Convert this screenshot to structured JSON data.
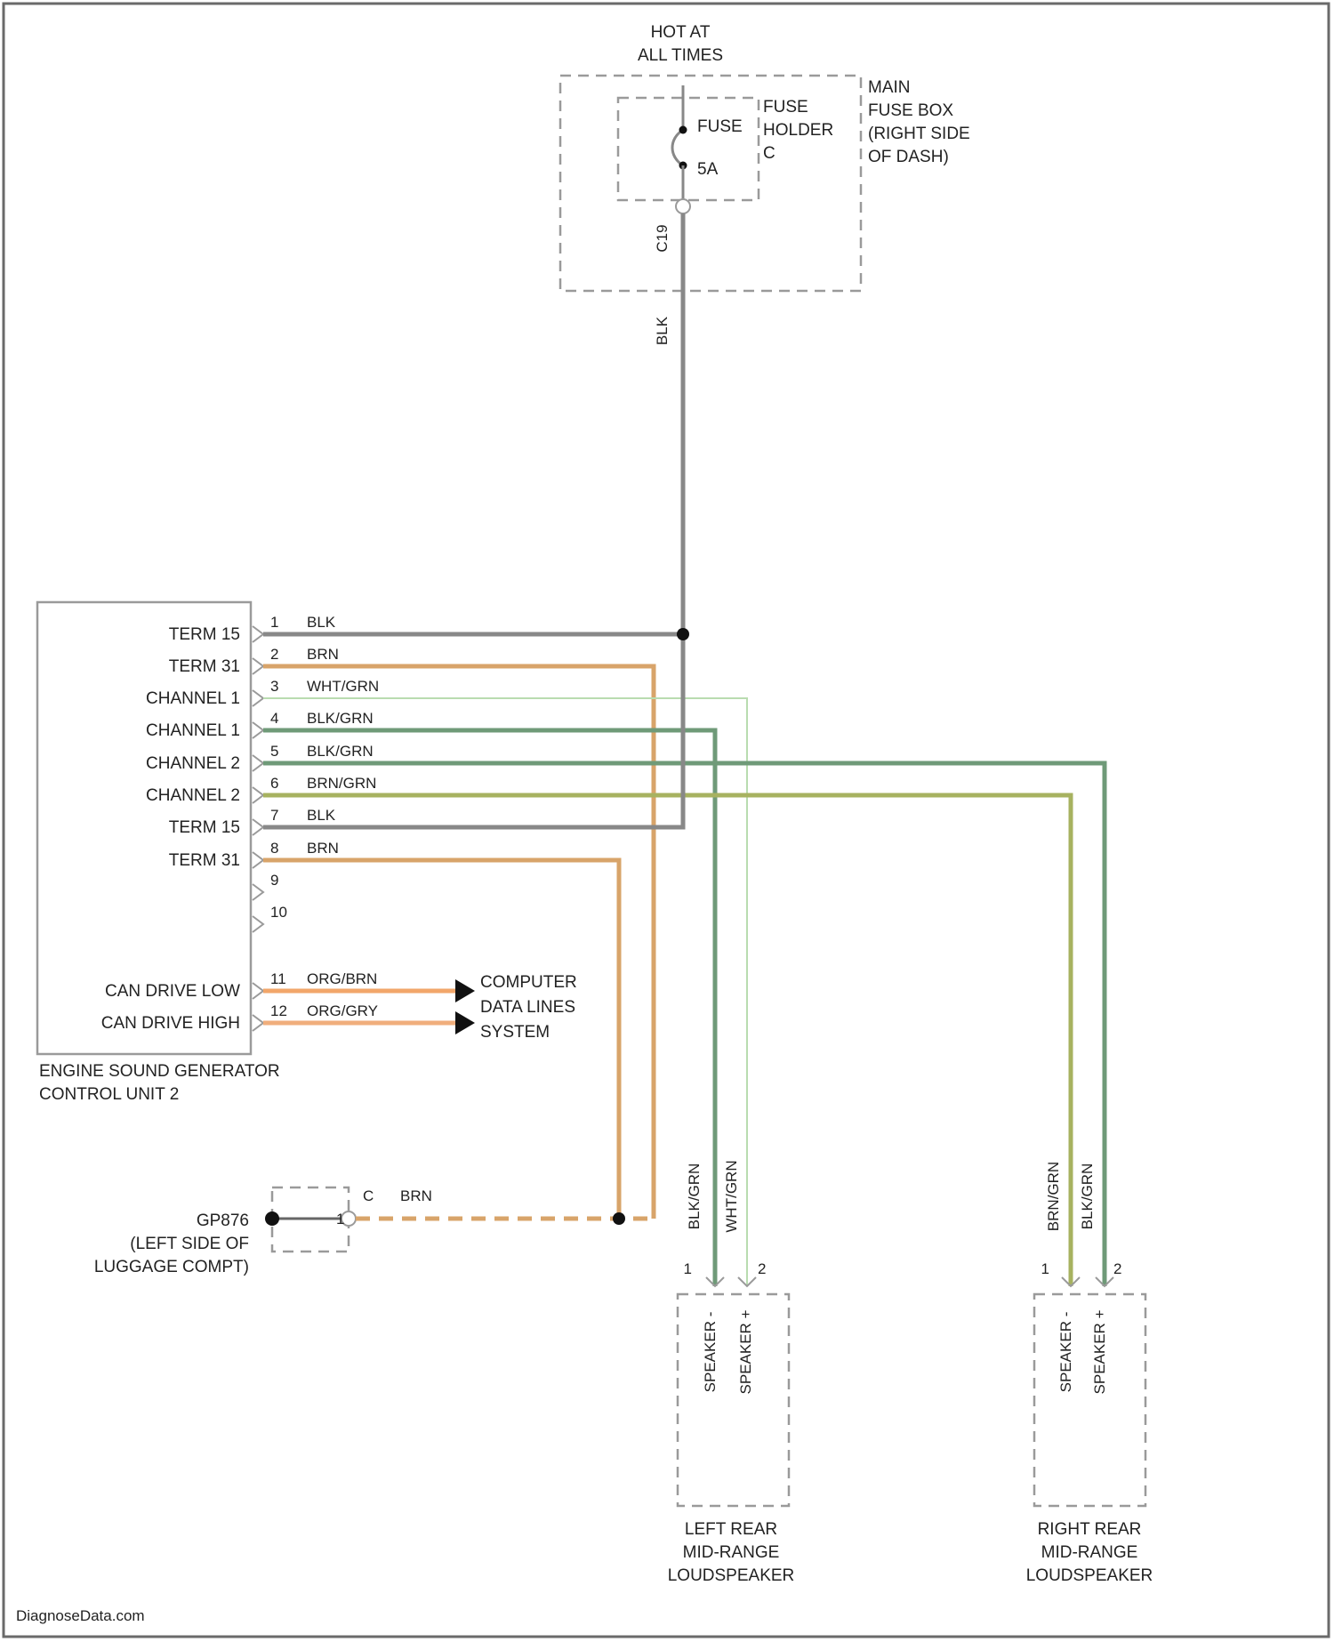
{
  "colors": {
    "blk": "#888888",
    "brn": "#d8a46a",
    "wht_grn": "#b9dcb0",
    "blk_grn": "#6f9a78",
    "brn_grn": "#a7b260",
    "org_brn": "#f2a66a",
    "org_gry": "#f0ae7c",
    "splice": "#111111"
  },
  "power": {
    "hot_line1": "HOT AT",
    "hot_line2": "ALL TIMES",
    "fuse_box_line1": "MAIN",
    "fuse_box_line2": "FUSE BOX",
    "fuse_box_line3": "(RIGHT SIDE",
    "fuse_box_line4": "OF DASH)",
    "holder_line1": "FUSE",
    "holder_line2": "HOLDER",
    "holder_line3": "C",
    "fuse_label": "FUSE",
    "fuse_rating": "5A",
    "fuse_number": "C19",
    "feed_wire_color": "BLK"
  },
  "control_unit": {
    "name_line1": "ENGINE SOUND GENERATOR",
    "name_line2": "CONTROL UNIT 2",
    "pins": [
      {
        "label": "TERM 15",
        "number": "1",
        "wire": "BLK"
      },
      {
        "label": "TERM 31",
        "number": "2",
        "wire": "BRN"
      },
      {
        "label": "CHANNEL 1",
        "number": "3",
        "wire": "WHT/GRN"
      },
      {
        "label": "CHANNEL 1",
        "number": "4",
        "wire": "BLK/GRN"
      },
      {
        "label": "CHANNEL 2",
        "number": "5",
        "wire": "BLK/GRN"
      },
      {
        "label": "CHANNEL 2",
        "number": "6",
        "wire": "BRN/GRN"
      },
      {
        "label": "TERM 15",
        "number": "7",
        "wire": "BLK"
      },
      {
        "label": "TERM 31",
        "number": "8",
        "wire": "BRN"
      },
      {
        "label": "",
        "number": "9",
        "wire": ""
      },
      {
        "label": "",
        "number": "10",
        "wire": ""
      },
      {
        "label": "CAN DRIVE LOW",
        "number": "11",
        "wire": "ORG/BRN"
      },
      {
        "label": "CAN DRIVE HIGH",
        "number": "12",
        "wire": "ORG/GRY"
      }
    ]
  },
  "data_lines": {
    "line1": "COMPUTER",
    "line2": "DATA LINES",
    "line3": "SYSTEM"
  },
  "ground": {
    "name": "GP876",
    "loc_line1": "(LEFT SIDE OF",
    "loc_line2": "LUGGAGE COMPT)",
    "connector": "C",
    "pin": "1",
    "wire": "BRN"
  },
  "left_speaker": {
    "wire_a": "BLK/GRN",
    "wire_b": "WHT/GRN",
    "pin_a": "1",
    "pin_b": "2",
    "term_a": "SPEAKER -",
    "term_b": "SPEAKER +",
    "name_line1": "LEFT REAR",
    "name_line2": "MID-RANGE",
    "name_line3": "LOUDSPEAKER"
  },
  "right_speaker": {
    "wire_a": "BRN/GRN",
    "wire_b": "BLK/GRN",
    "pin_a": "1",
    "pin_b": "2",
    "term_a": "SPEAKER -",
    "term_b": "SPEAKER +",
    "name_line1": "RIGHT REAR",
    "name_line2": "MID-RANGE",
    "name_line3": "LOUDSPEAKER"
  },
  "watermark": "DiagnoseData.com"
}
